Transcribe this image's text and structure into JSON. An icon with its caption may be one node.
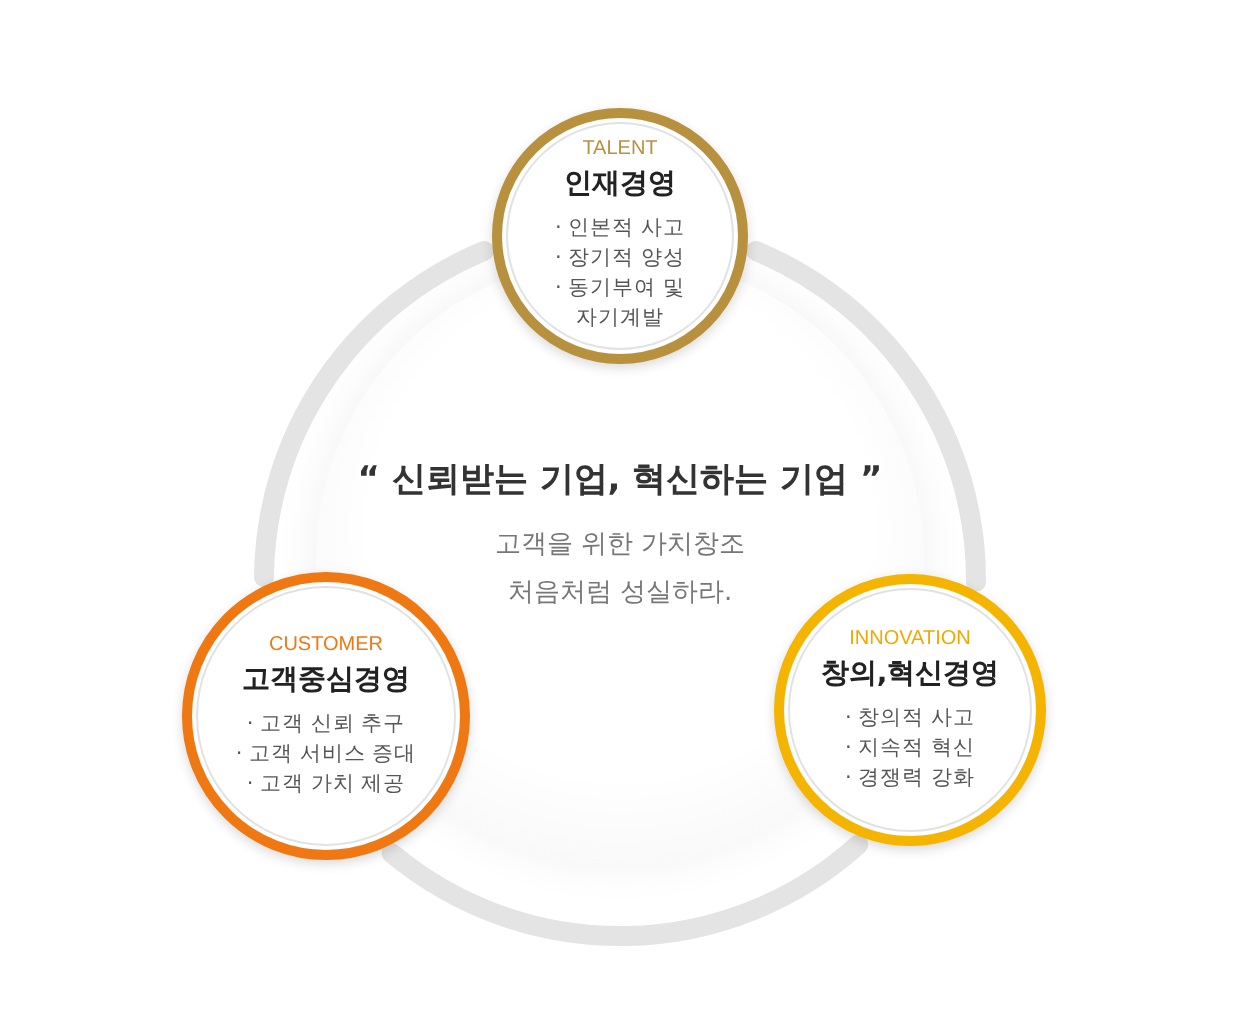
{
  "diagram": {
    "nodes": [
      {
        "text": [
          "TALENT",
          "인재경영",
          "· 인본적 사고",
          "· 장기적 양성",
          "· 동기부여 및 자기계발"
        ]
      },
      {
        "text": [
          "“ 신뢰받는 기업, 혁신하는 기업 ”",
          "고객을 위한 가치창조 처음처럼 성실하라."
        ]
      },
      {
        "text": [
          "CUSTOMER",
          "고객중심경영",
          "· 고객 신뢰 추구",
          "· 고객 서비스 증대",
          "· 고객 가치 제공"
        ]
      },
      {
        "text": [
          "INNOVATION",
          "창의,혁신경영",
          "· 창의적 사고",
          "· 지속적 혁신",
          "· 경쟁력 강화"
        ]
      }
    ],
    "edges": [
      {
        "from": 0,
        "to": 3,
        "arrow": "none"
      },
      {
        "from": 3,
        "to": 2,
        "arrow": "none"
      },
      {
        "from": 2,
        "to": 0,
        "arrow": "none"
      }
    ]
  }
}
